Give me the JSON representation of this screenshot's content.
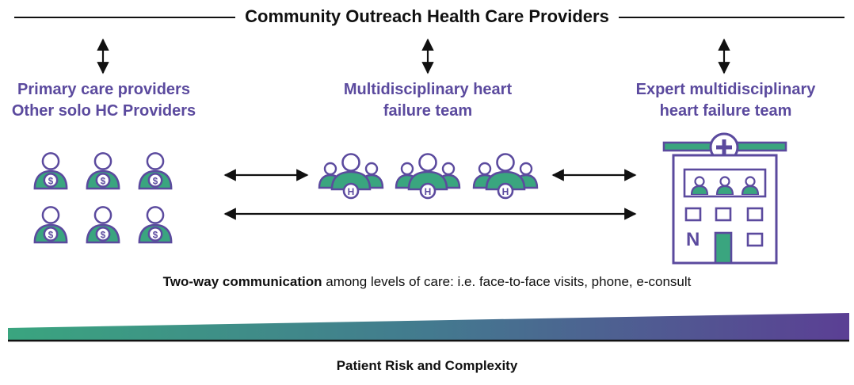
{
  "header": {
    "title": "Community Outreach Health Care Providers"
  },
  "columns": [
    {
      "line1": "Primary care providers",
      "line2": "Other solo HC Providers"
    },
    {
      "line1": "Multidisciplinary heart",
      "line2": "failure team"
    },
    {
      "line1": "Expert multidisciplinary",
      "line2": "heart failure team"
    }
  ],
  "icons": {
    "solo_provider_badge": "$",
    "team_badge": "H",
    "hospital_sign": "N",
    "solo_provider_icon": "person-dollar-icon",
    "team_icon": "team-h-icon",
    "hospital_icon": "hospital-icon"
  },
  "communication": {
    "bold": "Two-way communication",
    "rest": " among levels of care: i.e. face-to-face visits, phone, e-consult"
  },
  "risk": {
    "label": "Patient Risk and Complexity"
  },
  "colors": {
    "purple": "#5b4a9e",
    "green": "#3aa57f",
    "black": "#111111"
  }
}
